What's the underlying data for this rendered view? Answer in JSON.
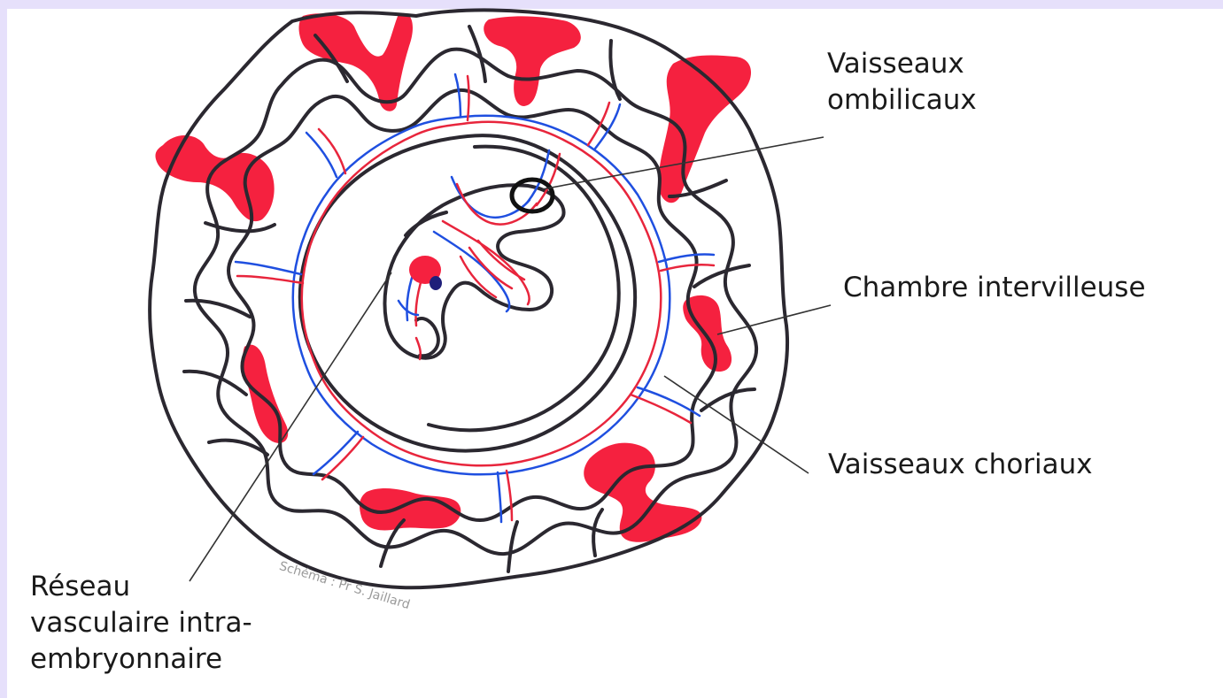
{
  "labels": {
    "umbilical_line1": "Vaisseaux",
    "umbilical_line2": "ombilicaux",
    "intervillous": "Chambre intervilleuse",
    "chorionic": "Vaisseaux choriaux",
    "network_line1": "Réseau",
    "network_line2": "vasculaire intra-",
    "network_line3": "embryonnaire"
  },
  "credit": "Schéma : Pr S. Jaillard",
  "colors": {
    "background": "#e6e0fb",
    "outline": "#2b2830",
    "blood": "#f5213f",
    "vessel_red": "#e8253c",
    "vessel_blue": "#1f4fe0"
  }
}
